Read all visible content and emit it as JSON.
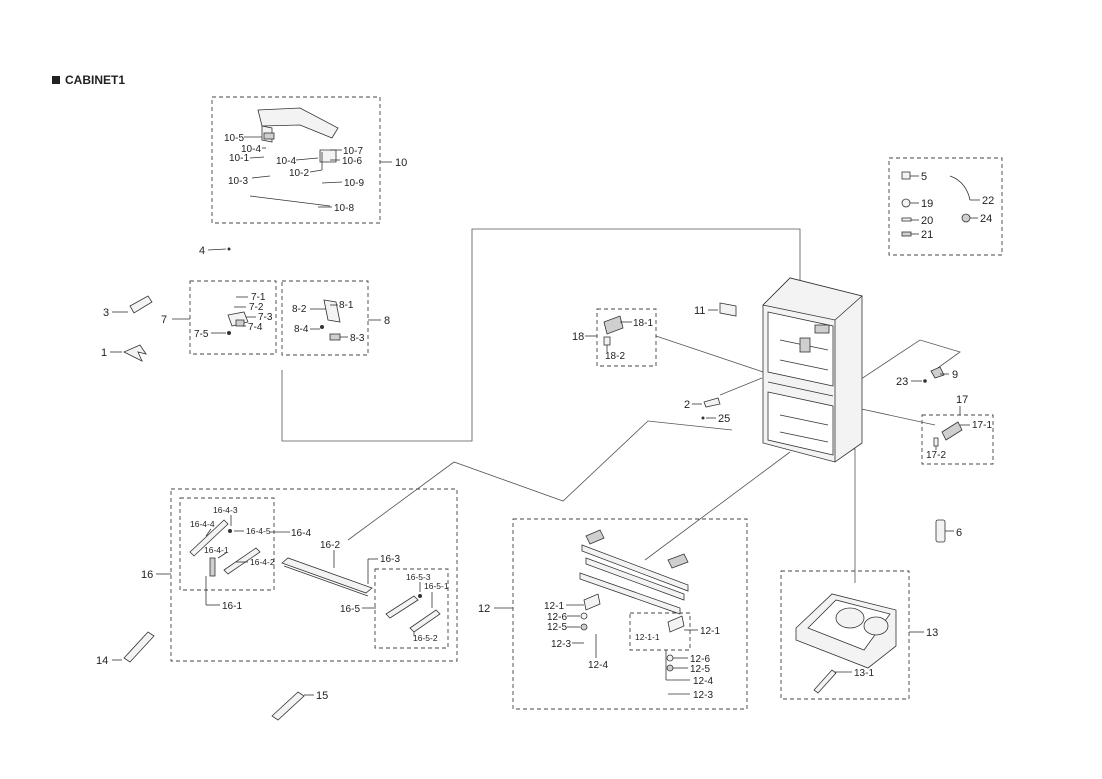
{
  "title": "CABINET1",
  "labels": {
    "p1": "1",
    "p2": "2",
    "p3": "3",
    "p4": "4",
    "p6": "6",
    "p7": "7",
    "p8": "8",
    "p9": "9",
    "p10": "10",
    "p11": "11",
    "p12": "12",
    "p13": "13",
    "p14": "14",
    "p15": "15",
    "p16": "16",
    "p17": "17",
    "p18": "18",
    "p23": "23",
    "p25": "25",
    "p5": "5",
    "p19": "19",
    "p20": "20",
    "p21": "21",
    "p22": "22",
    "p24": "24",
    "p10_1": "10-1",
    "p10_2": "10-2",
    "p10_3": "10-3",
    "p10_4a": "10-4",
    "p10_4b": "10-4",
    "p10_5": "10-5",
    "p10_6": "10-6",
    "p10_7": "10-7",
    "p10_8": "10-8",
    "p10_9": "10-9",
    "p7_1": "7-1",
    "p7_2": "7-2",
    "p7_3": "7-3",
    "p7_4": "7-4",
    "p7_5": "7-5",
    "p8_1": "8-1",
    "p8_2": "8-2",
    "p8_3": "8-3",
    "p8_4": "8-4",
    "p18_1": "18-1",
    "p18_2": "18-2",
    "p17_1": "17-1",
    "p17_2": "17-2",
    "p16_1": "16-1",
    "p16_2": "16-2",
    "p16_3": "16-3",
    "p16_4": "16-4",
    "p16_5": "16-5",
    "p16_4_1": "16-4-1",
    "p16_4_2": "16-4-2",
    "p16_4_3": "16-4-3",
    "p16_4_4": "16-4-4",
    "p16_4_5": "16-4-5",
    "p16_5_1": "16-5-1",
    "p16_5_2": "16-5-2",
    "p16_5_3": "16-5-3",
    "p12_1a": "12-1",
    "p12_1b": "12-1",
    "p12_1_1": "12-1-1",
    "p12_3a": "12-3",
    "p12_3b": "12-3",
    "p12_4a": "12-4",
    "p12_4b": "12-4",
    "p12_5a": "12-5",
    "p12_5b": "12-5",
    "p12_6a": "12-6",
    "p12_6b": "12-6",
    "p13_1": "13-1"
  }
}
